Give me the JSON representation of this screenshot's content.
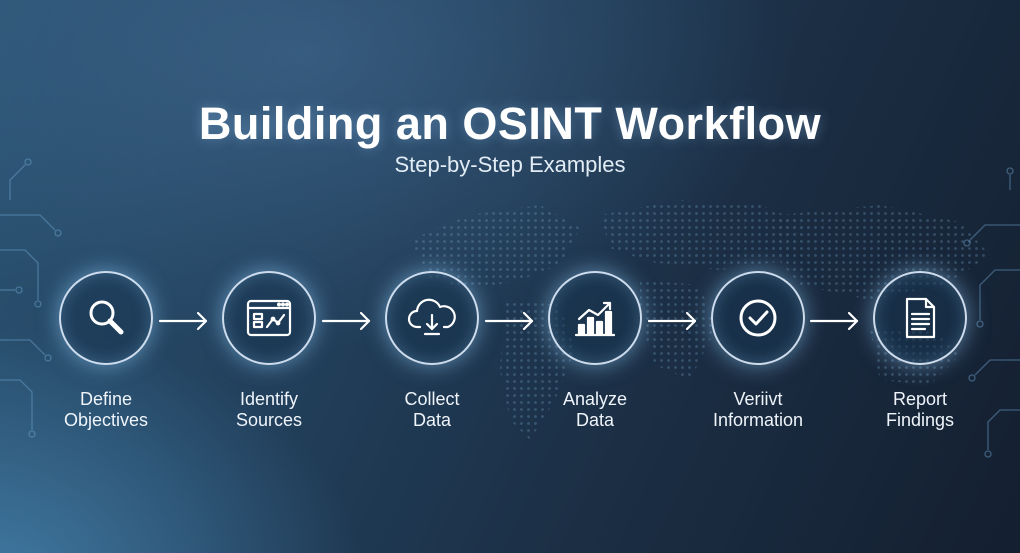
{
  "title": "Building an OSINT Workflow",
  "subtitle": "Step-by-Step Examples",
  "steps": [
    {
      "icon": "magnifier-icon",
      "line1": "Define",
      "line2": "Objectives"
    },
    {
      "icon": "browser-chart-icon",
      "line1": "Identify",
      "line2": "Sources"
    },
    {
      "icon": "cloud-download-icon",
      "line1": "Collect",
      "line2": "Data"
    },
    {
      "icon": "bar-chart-icon",
      "line1": "Analyze",
      "line2": "Data"
    },
    {
      "icon": "checkmark-icon",
      "line1": "Veriivt",
      "line2": "Information"
    },
    {
      "icon": "document-icon",
      "line1": "Report",
      "line2": "Findings"
    }
  ],
  "colors": {
    "accent": "#e1f0ff",
    "glow": "#96d2ff"
  }
}
